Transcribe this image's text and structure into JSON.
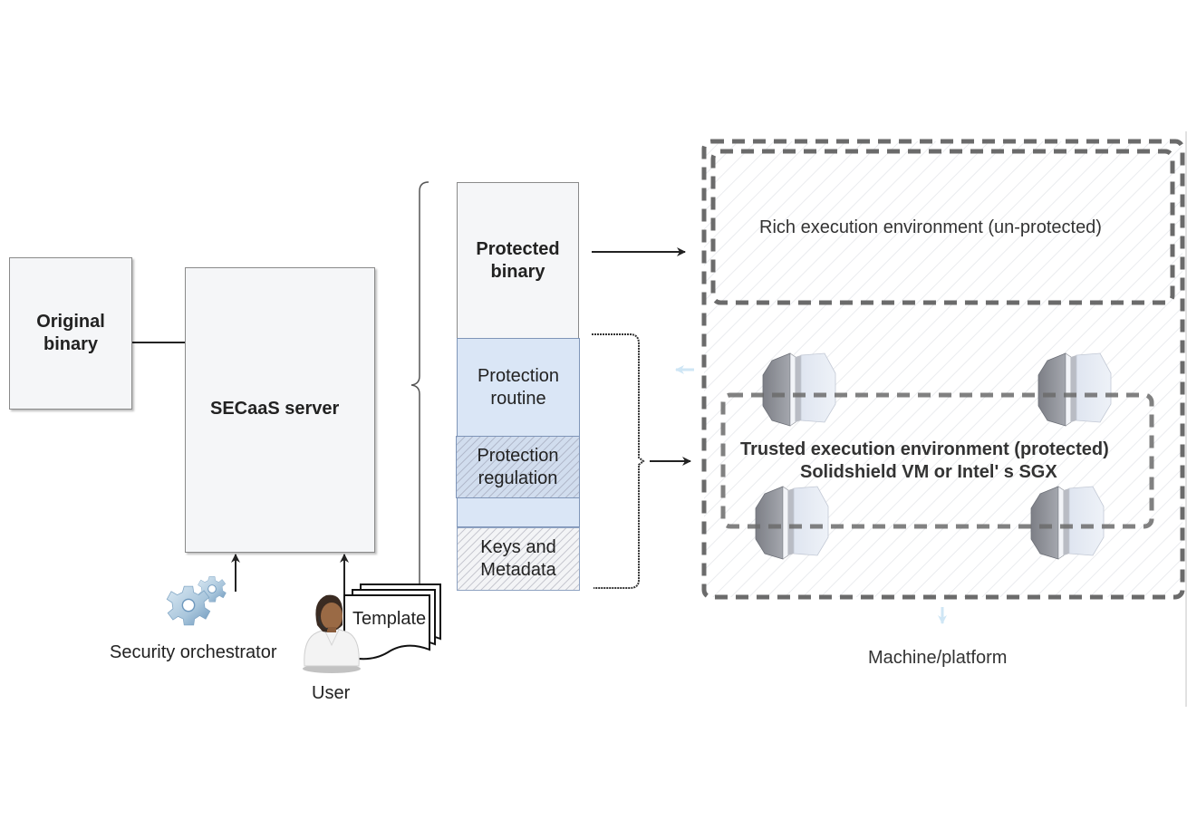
{
  "nodes": {
    "original_binary": "Original binary",
    "secaas_server": "SECaaS server",
    "security_orchestrator": "Security orchestrator",
    "user": "User",
    "template": "Template",
    "protected_binary": "Protected binary",
    "protection_routine": "Protection routine",
    "protection_regulation": "Protection regulation",
    "keys_metadata": "Keys and Metadata",
    "rich_env": "Rich execution environment (un-protected)",
    "trusted_env_line1": "Trusted execution environment (protected)",
    "trusted_env_line2": "Solidshield VM or Intel' s SGX",
    "machine_platform": "Machine/platform"
  },
  "colors": {
    "box_fill": "#f5f6f8",
    "segment_blue": "#dae6f6",
    "dashed_border": "#6b6b6b",
    "arrow": "#222222",
    "gear_blue": "#9cbdd6",
    "faint_arrow": "#cfe6f5"
  },
  "edges": [
    {
      "from": "original_binary",
      "to": "secaas_server"
    },
    {
      "from": "security_orchestrator",
      "to": "secaas_server"
    },
    {
      "from": "user",
      "to": "secaas_server"
    },
    {
      "from": "protected_binary",
      "to": "rich_env"
    },
    {
      "from": "protection_segments",
      "to": "trusted_env"
    }
  ]
}
